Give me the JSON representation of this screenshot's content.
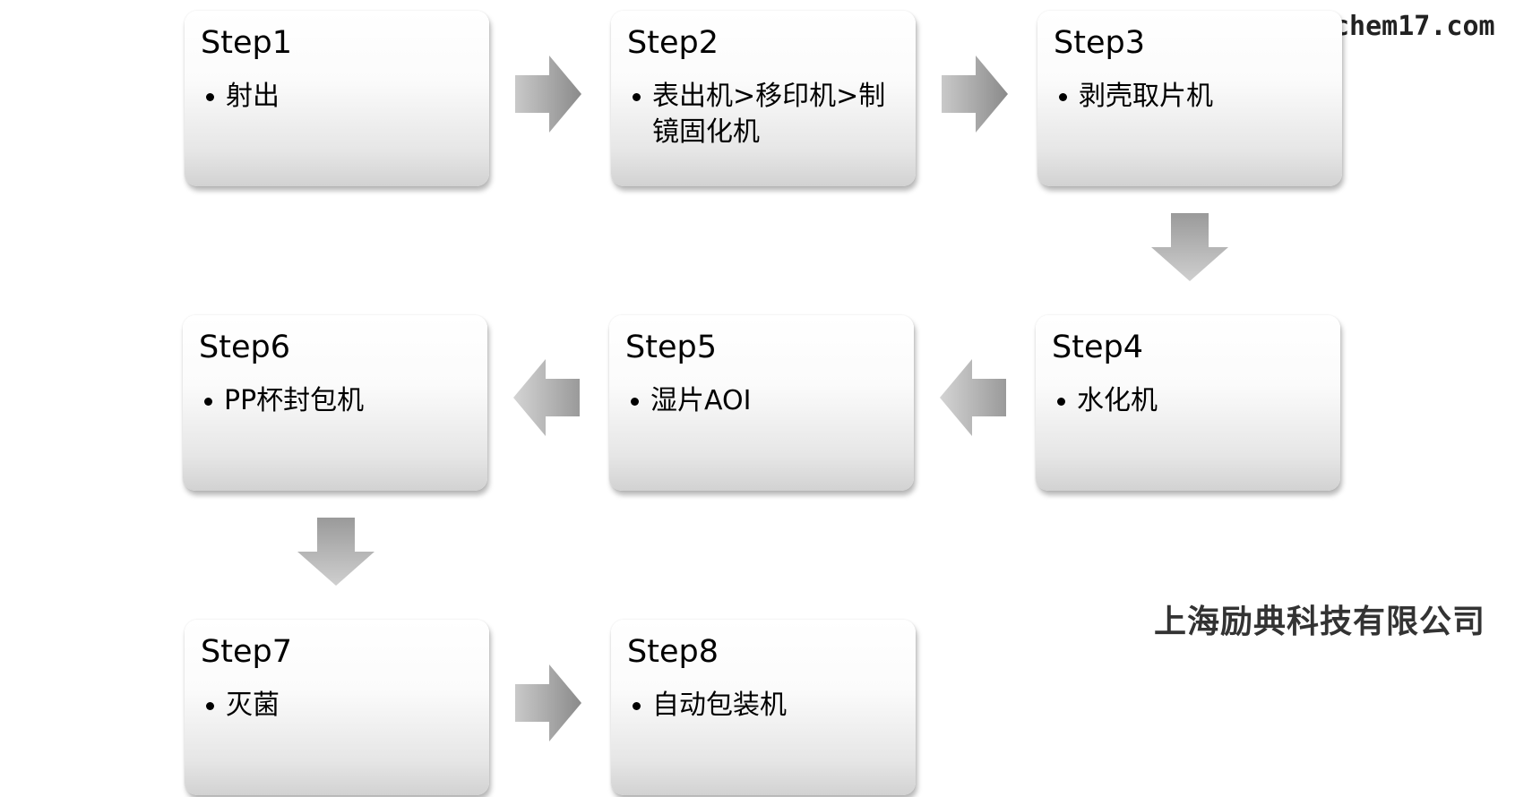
{
  "watermark": "chem17.com",
  "company": "上海励典科技有限公司",
  "arrow_colors": {
    "light": "#c9c9c9",
    "dark": "#8a8a8a"
  },
  "steps": [
    {
      "title": "Step1",
      "items": [
        "射出"
      ]
    },
    {
      "title": "Step2",
      "items": [
        "表出机>移印机>制镜固化机"
      ]
    },
    {
      "title": "Step3",
      "items": [
        "剥壳取片机"
      ]
    },
    {
      "title": "Step4",
      "items": [
        "水化机"
      ]
    },
    {
      "title": "Step5",
      "items": [
        "湿片AOI"
      ]
    },
    {
      "title": "Step6",
      "items": [
        "PP杯封包机"
      ]
    },
    {
      "title": "Step7",
      "items": [
        "灭菌"
      ]
    },
    {
      "title": "Step8",
      "items": [
        "自动包装机"
      ]
    }
  ],
  "connections": [
    {
      "from": "Step1",
      "to": "Step2",
      "direction": "right"
    },
    {
      "from": "Step2",
      "to": "Step3",
      "direction": "right"
    },
    {
      "from": "Step3",
      "to": "Step4",
      "direction": "down"
    },
    {
      "from": "Step4",
      "to": "Step5",
      "direction": "left"
    },
    {
      "from": "Step5",
      "to": "Step6",
      "direction": "left"
    },
    {
      "from": "Step6",
      "to": "Step7",
      "direction": "down"
    },
    {
      "from": "Step7",
      "to": "Step8",
      "direction": "right"
    }
  ]
}
